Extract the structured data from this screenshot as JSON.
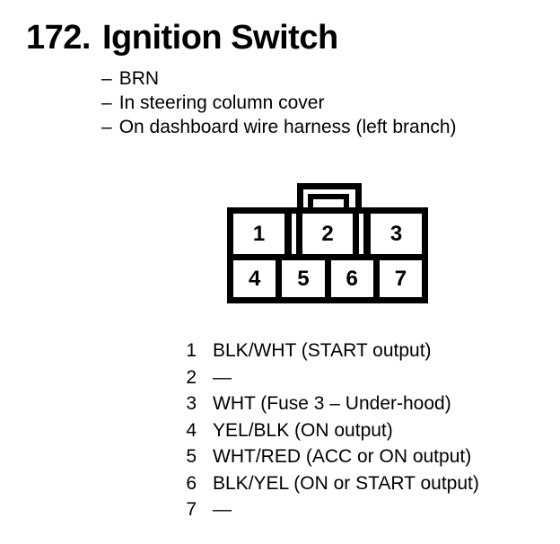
{
  "page": {
    "background": "#ffffff",
    "ink": "#000000"
  },
  "header": {
    "item_number": "172.",
    "title": "Ignition Switch"
  },
  "notes": {
    "bullet": "–",
    "items": [
      "BRN",
      "In steering column cover",
      "On dashboard wire harness (left branch)"
    ]
  },
  "connector": {
    "description": "7-cavity connector, front view, latch tab on top over cavity 2",
    "top_row": [
      "1",
      "2",
      "3"
    ],
    "bottom_row": [
      "4",
      "5",
      "6",
      "7"
    ]
  },
  "pins": [
    {
      "num": "1",
      "desc": "BLK/WHT (START output)"
    },
    {
      "num": "2",
      "desc": "—"
    },
    {
      "num": "3",
      "desc": "WHT (Fuse 3 – Under-hood)"
    },
    {
      "num": "4",
      "desc": "YEL/BLK (ON output)"
    },
    {
      "num": "5",
      "desc": "WHT/RED (ACC or ON output)"
    },
    {
      "num": "6",
      "desc": "BLK/YEL (ON or START output)"
    },
    {
      "num": "7",
      "desc": "—"
    }
  ]
}
